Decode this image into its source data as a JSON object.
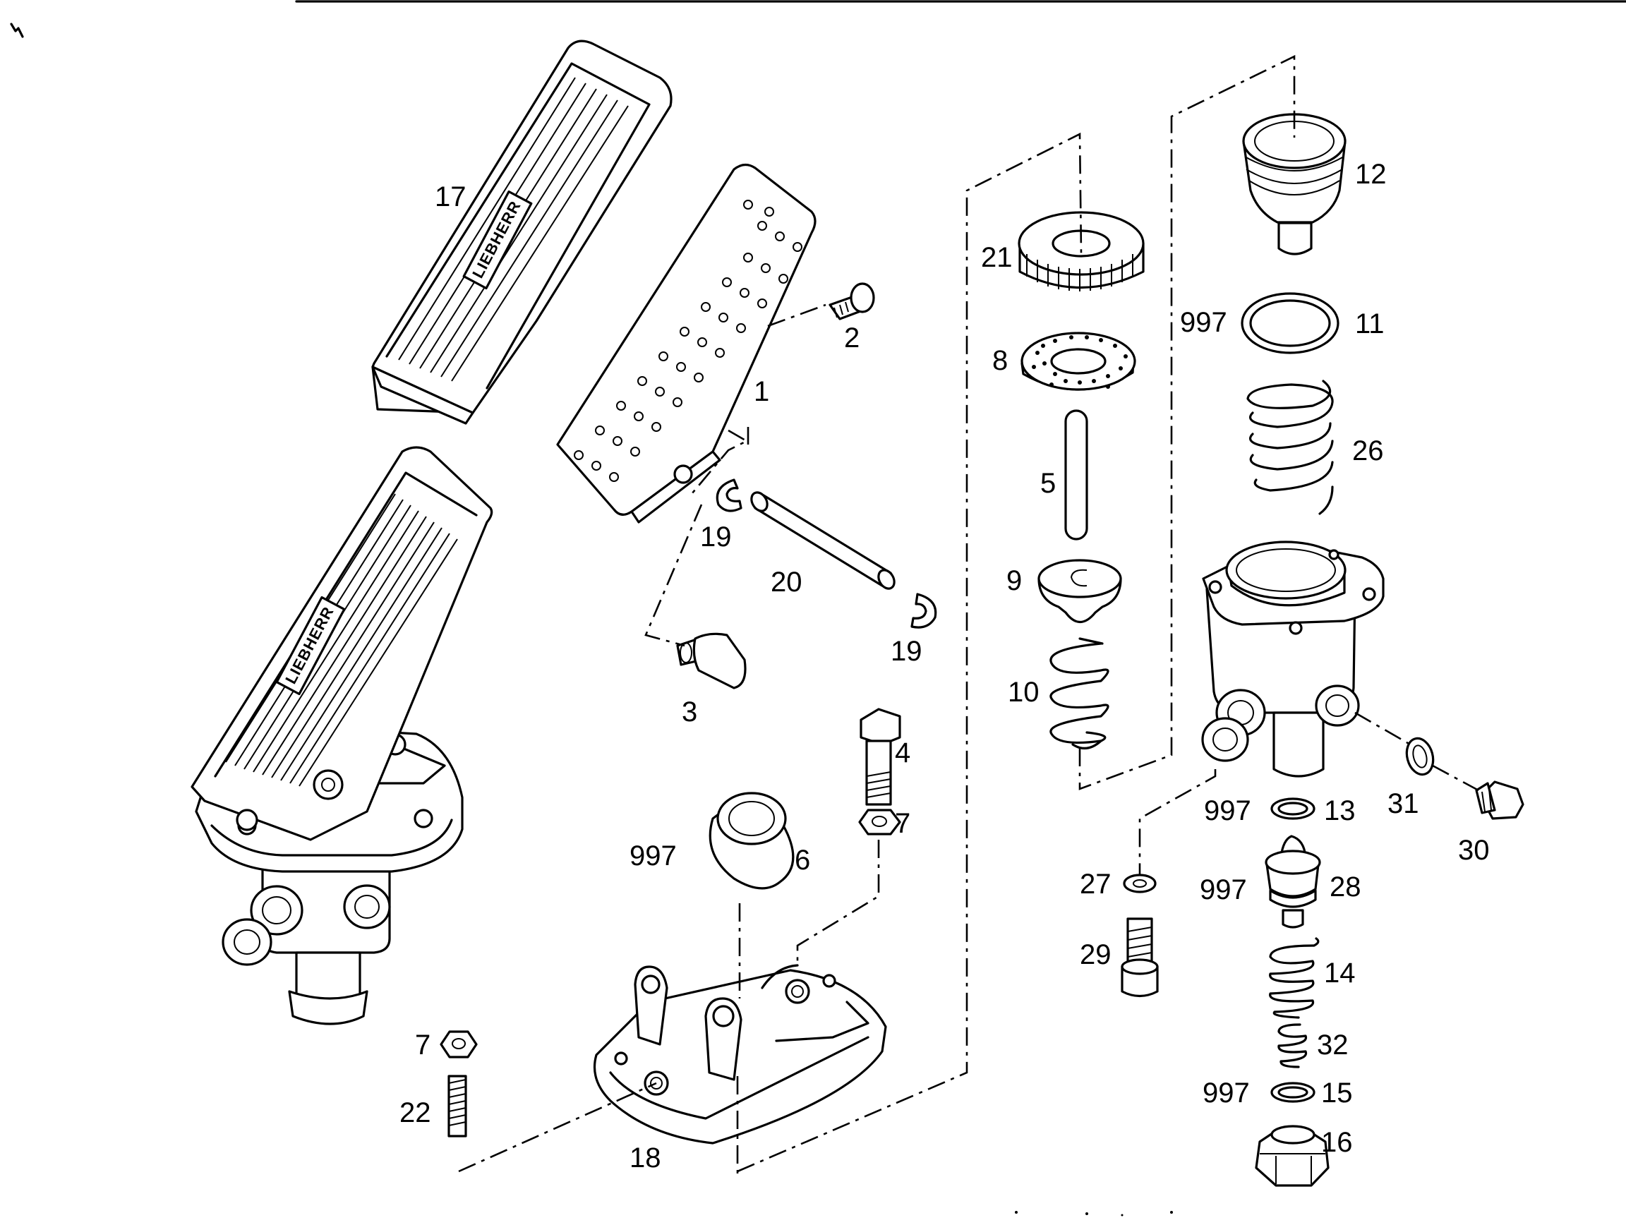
{
  "diagram": {
    "brand_text": "LIEBHERR",
    "part_labels": [
      {
        "id": "p1",
        "text": "1"
      },
      {
        "id": "p2",
        "text": "2"
      },
      {
        "id": "p3",
        "text": "3"
      },
      {
        "id": "p4",
        "text": "4"
      },
      {
        "id": "p5",
        "text": "5"
      },
      {
        "id": "p6",
        "text": "6"
      },
      {
        "id": "p6b",
        "text": "997"
      },
      {
        "id": "p7a",
        "text": "7"
      },
      {
        "id": "p7b",
        "text": "7"
      },
      {
        "id": "p8",
        "text": "8"
      },
      {
        "id": "p9",
        "text": "9"
      },
      {
        "id": "p10",
        "text": "10"
      },
      {
        "id": "p11",
        "text": "11"
      },
      {
        "id": "p11b",
        "text": "997"
      },
      {
        "id": "p12",
        "text": "12"
      },
      {
        "id": "p13",
        "text": "13"
      },
      {
        "id": "p13b",
        "text": "997"
      },
      {
        "id": "p14",
        "text": "14"
      },
      {
        "id": "p15",
        "text": "15"
      },
      {
        "id": "p15b",
        "text": "997"
      },
      {
        "id": "p16",
        "text": "16"
      },
      {
        "id": "p17",
        "text": "17"
      },
      {
        "id": "p18",
        "text": "18"
      },
      {
        "id": "p19a",
        "text": "19"
      },
      {
        "id": "p19b",
        "text": "19"
      },
      {
        "id": "p20",
        "text": "20"
      },
      {
        "id": "p21",
        "text": "21"
      },
      {
        "id": "p22",
        "text": "22"
      },
      {
        "id": "p26",
        "text": "26"
      },
      {
        "id": "p27",
        "text": "27"
      },
      {
        "id": "p28",
        "text": "28"
      },
      {
        "id": "p28b",
        "text": "997"
      },
      {
        "id": "p29",
        "text": "29"
      },
      {
        "id": "p30",
        "text": "30"
      },
      {
        "id": "p31",
        "text": "31"
      },
      {
        "id": "p32",
        "text": "32"
      }
    ]
  }
}
